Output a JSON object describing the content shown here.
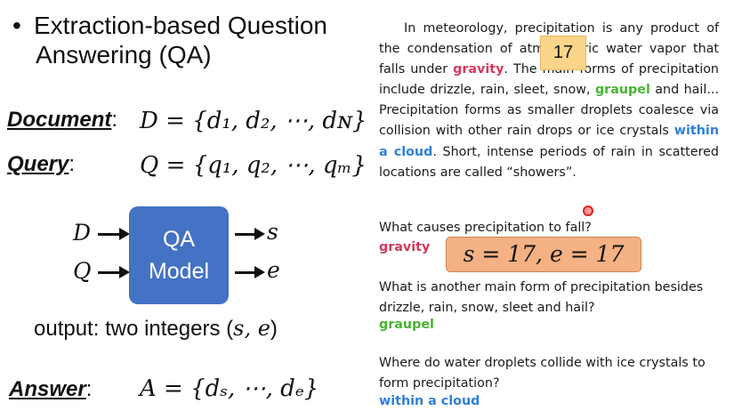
{
  "left": {
    "bullet_line1": "Extraction-based Question",
    "bullet_line2": "Answering (QA)",
    "document_label": "Document",
    "document_formula": "D = {d₁, d₂, ⋯, dɴ}",
    "query_label": "Query",
    "query_formula": "Q = {q₁, q₂, ⋯, qₘ}",
    "input_d": "D",
    "input_q": "Q",
    "model_line1": "QA",
    "model_line2": "Model",
    "output_s": "s",
    "output_e": "e",
    "output_text": "output: two integers (",
    "output_vars": "s, e",
    "output_close": ")",
    "answer_label": "Answer",
    "answer_formula": "A = {dₛ, ⋯, dₑ}"
  },
  "right": {
    "p1": "In meteorology, precipitation is any product of the condensation of atmospheric water vapor that falls under ",
    "gravity": "gravity",
    "p2": ". The main forms of precipitation include drizzle, rain, sleet, snow, ",
    "graupel": "graupel",
    "p3": " and hail... Precipitation forms as smaller droplets coalesce via collision with other rain drops or ice crystals ",
    "cloud": "within a cloud",
    "p4": ". Short, intense periods of rain in scattered locations are called “showers”.",
    "q1": "What causes precipitation to fall?",
    "a1": "gravity",
    "q2": "What is another main form of precipitation besides drizzle, rain, snow, sleet and hail?",
    "a2": "graupel",
    "q3": "Where do water droplets collide with ice crystals to form precipitation?",
    "a3": "within a cloud"
  },
  "annotations": {
    "badge": "17",
    "span_result": "s = 17, e = 17"
  },
  "colors": {
    "model_box": "#4472c4",
    "red": "#d6385b",
    "green": "#49b335",
    "blue": "#2f80d8",
    "badge": "#fbd58a",
    "span_box": "#f4b183"
  }
}
